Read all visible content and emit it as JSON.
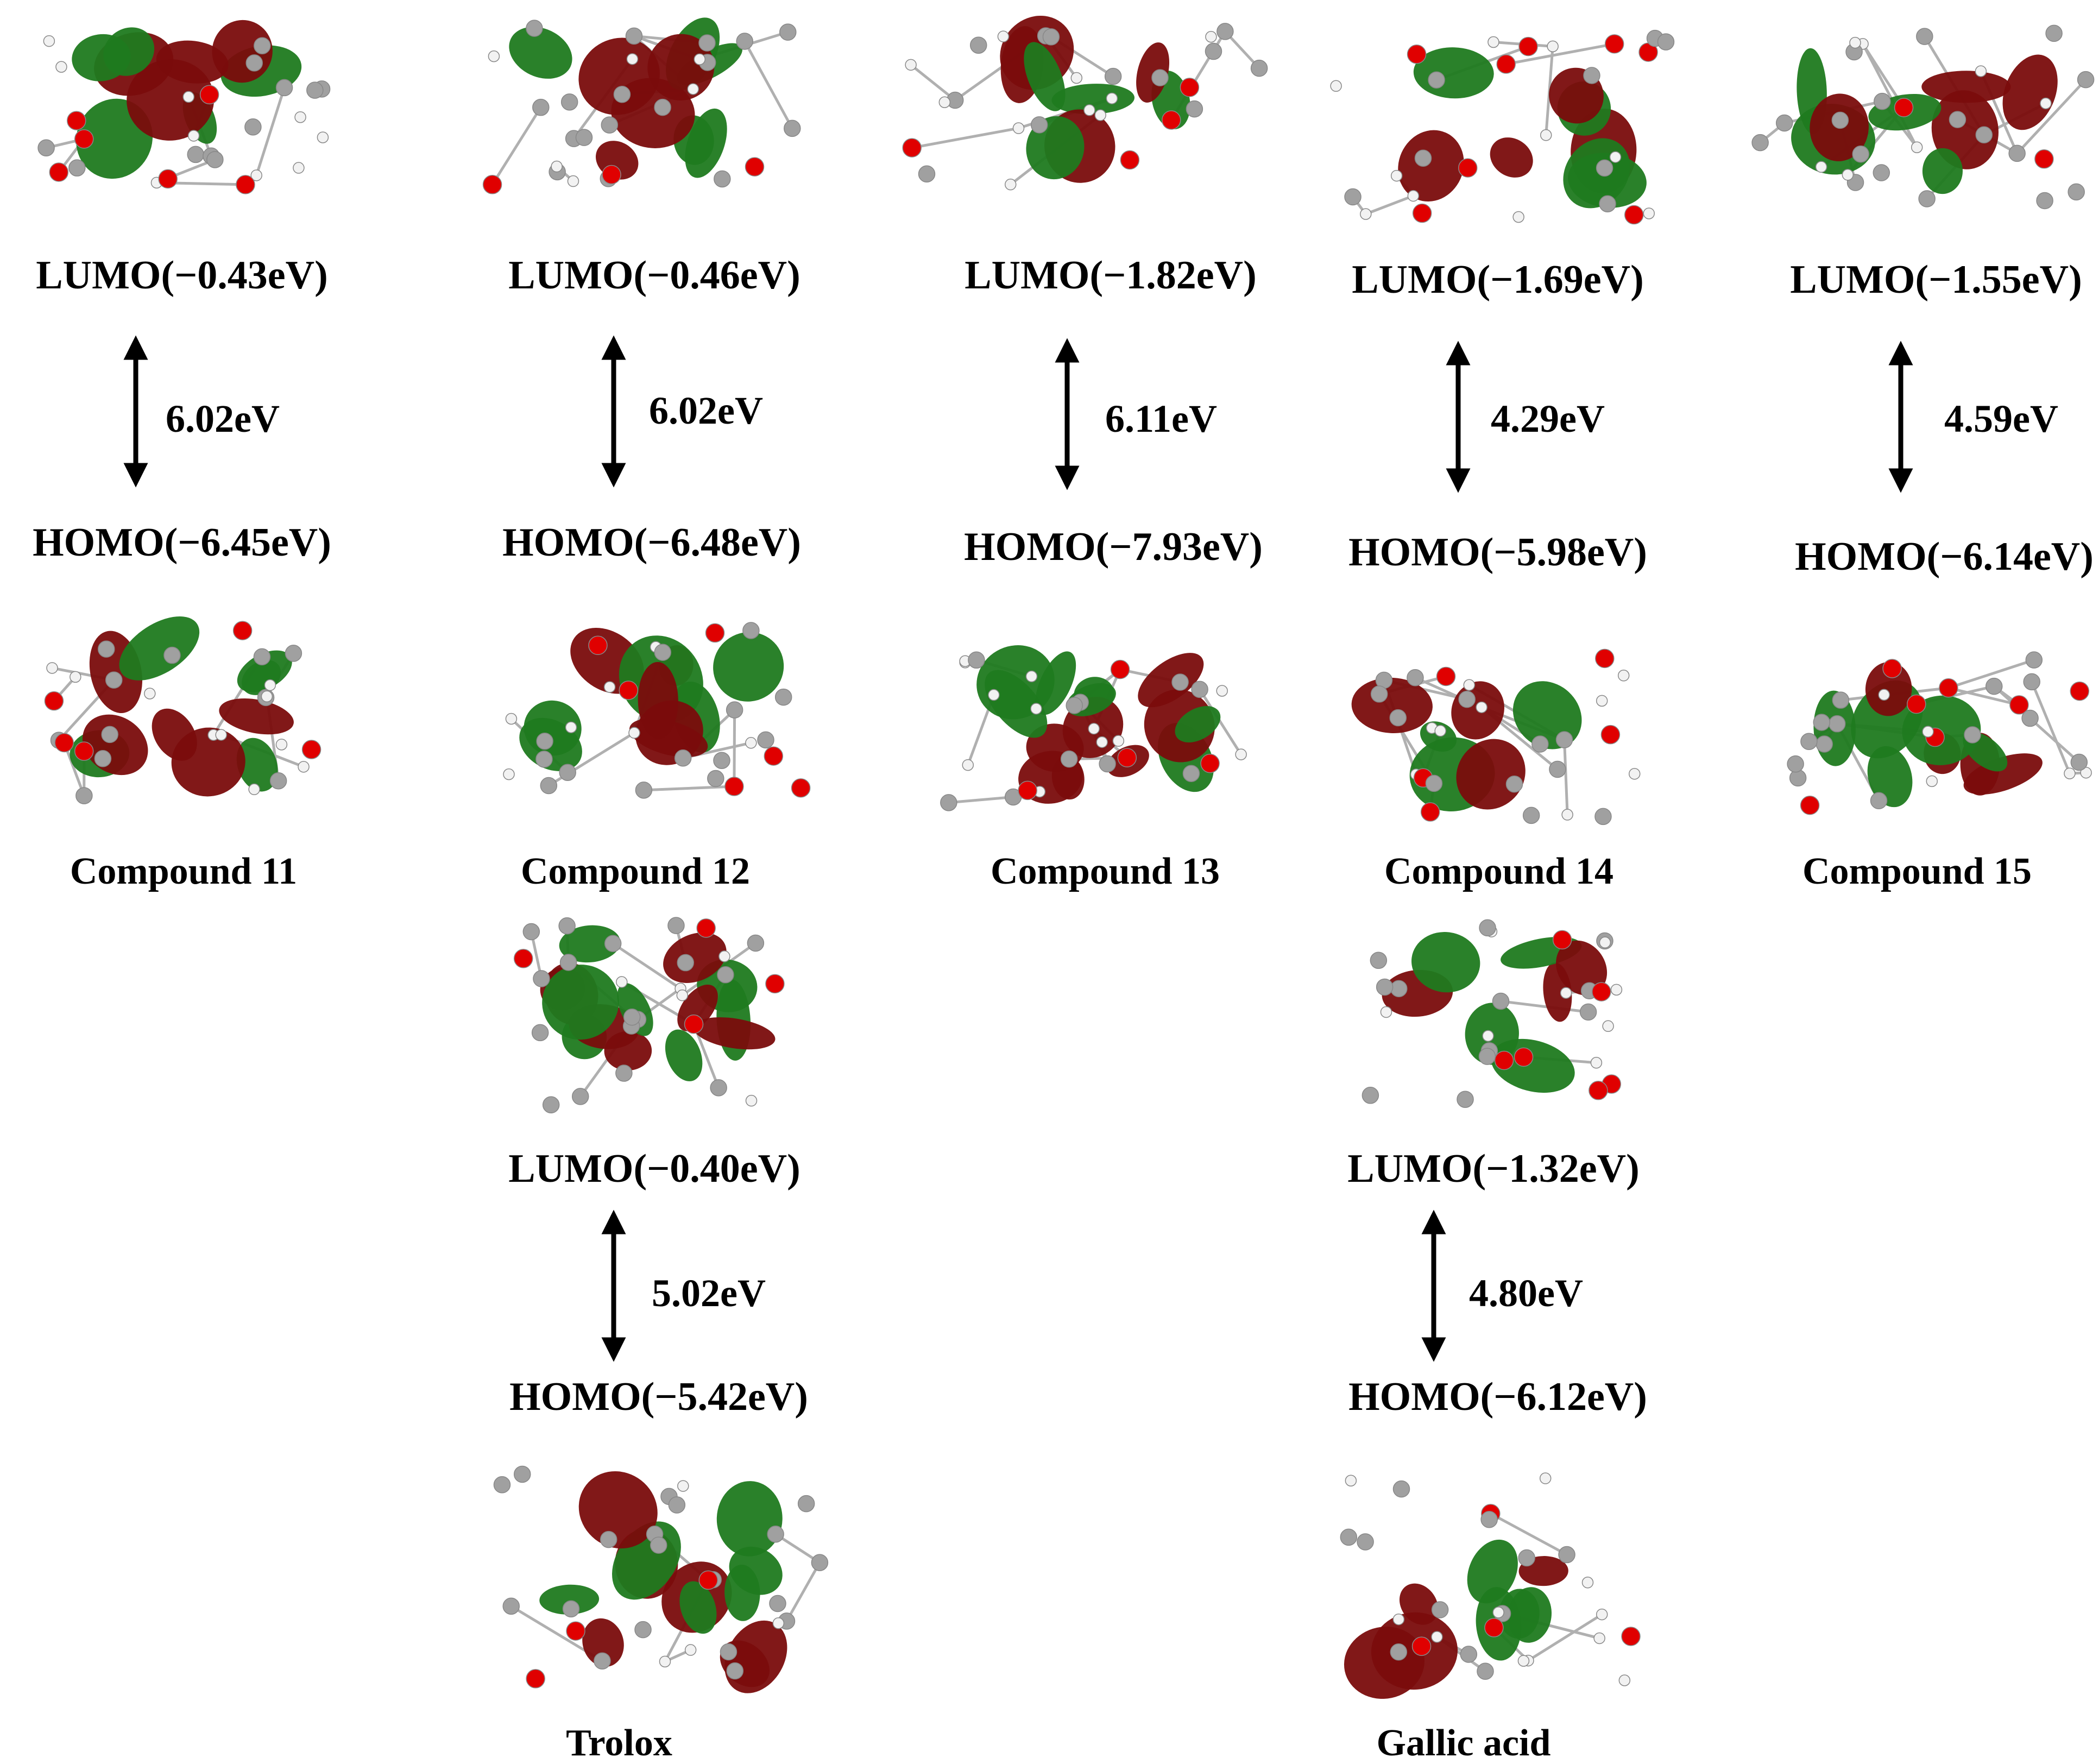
{
  "colors": {
    "positive_lobe": "#1f7a1f",
    "negative_lobe": "#7a0c0c",
    "carbon_atom": "#a0a0a0",
    "oxygen_atom": "#e00000",
    "hydrogen_atom": "#f2f2f2",
    "bond": "#b0b0b0",
    "arrow": "#000000"
  },
  "compounds": [
    {
      "name": "Compound 11",
      "lumo": "LUMO(−0.43eV)",
      "gap": "6.02eV",
      "homo": "HOMO(−6.45eV)"
    },
    {
      "name": "Compound 12",
      "lumo": "LUMO(−0.46eV)",
      "gap": "6.02eV",
      "homo": "HOMO(−6.48eV)"
    },
    {
      "name": "Compound 13",
      "lumo": "LUMO(−1.82eV)",
      "gap": "6.11eV",
      "homo": "HOMO(−7.93eV)"
    },
    {
      "name": "Compound 14",
      "lumo": "LUMO(−1.69eV)",
      "gap": "4.29eV",
      "homo": "HOMO(−5.98eV)"
    },
    {
      "name": "Compound 15",
      "lumo": "LUMO(−1.55eV)",
      "gap": "4.59eV",
      "homo": "HOMO(−6.14eV)"
    }
  ],
  "references": [
    {
      "name": "Trolox",
      "lumo": "LUMO(−0.40eV)",
      "gap": "5.02eV",
      "homo": "HOMO(−5.42eV)"
    },
    {
      "name": "Gallic acid",
      "lumo": "LUMO(−1.32eV)",
      "gap": "4.80eV",
      "homo": "HOMO(−6.12eV)"
    }
  ]
}
